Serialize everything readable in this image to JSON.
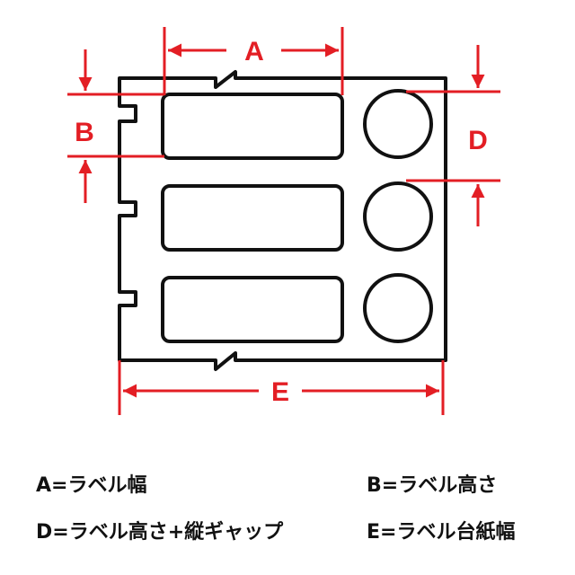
{
  "dimensions": {
    "a": "A",
    "b": "B",
    "d": "D",
    "e": "E"
  },
  "legend": [
    "A=ラベル幅",
    "B=ラベル高さ",
    "D=ラベル高さ+縦ギャップ",
    "E=ラベル台紙幅"
  ],
  "colors": {
    "dimension": "#e31e24",
    "outline": "#111111"
  }
}
